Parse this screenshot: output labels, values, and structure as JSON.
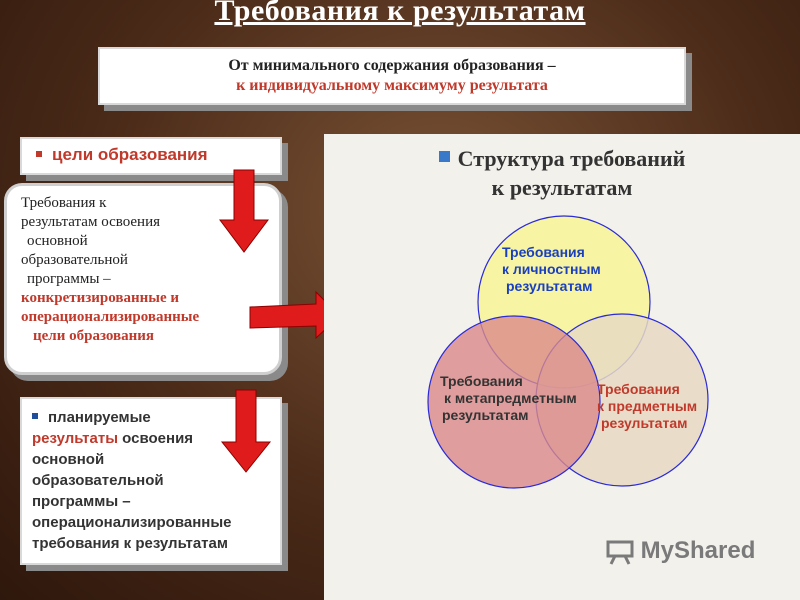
{
  "title": "Требования к результатам",
  "subtitle": {
    "line1": "От минимального содержания образования –",
    "line2": "к индивидуальному максимуму результата"
  },
  "goals": {
    "label": "цели образования"
  },
  "requirements_box": {
    "line1": "Требования к",
    "line2": "результатам освоения",
    "line3": "основной",
    "line4": "образовательной",
    "line5": "программы –",
    "line6": "конкретизированные и",
    "line7": "операционализированные",
    "line8": "цели образования"
  },
  "planned_box": {
    "line1a": "планируемые",
    "line2a": "результаты",
    "line2b": " освоения",
    "line3": "основной",
    "line4": "образовательной",
    "line5": "программы –",
    "line6": "операционализированные",
    "line7": "требования к результатам"
  },
  "structure": {
    "title_line1": "Структура требований",
    "title_line2": "к результатам",
    "circles": {
      "personal": [
        "Требования",
        "к личностным",
        "результатам"
      ],
      "meta": [
        "Требования",
        "к метапредметным",
        "результатам"
      ],
      "subject": [
        "Требования",
        "к предметным",
        "результатам"
      ]
    }
  },
  "watermark": "MyShared",
  "colors": {
    "accent_red": "#c0392b",
    "arrow_red": "#e01b1b",
    "circle_yellow": "#f7f3a0",
    "circle_pink": "#d98a8a",
    "circle_tan": "#e6d9c3",
    "circle_border": "#2a2ad8"
  },
  "icons": {
    "arrows": "red-arrow-icon",
    "bullets": "square-bullet-icon",
    "logo": "presentation-board-icon"
  }
}
